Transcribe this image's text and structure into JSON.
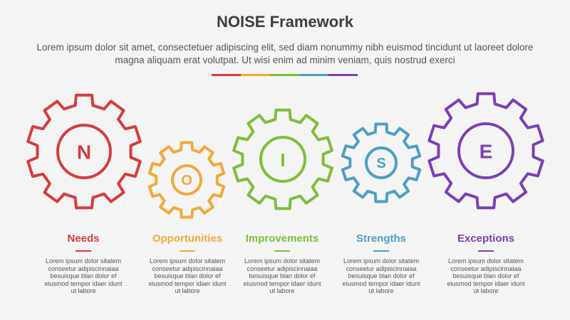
{
  "title": "NOISE Framework",
  "subtitle": "Lorem ipsum dolor sit amet, consectetuer adipiscing elit, sed diam nonummy nibh euismod tincidunt ut laoreet dolore magna aliquam erat volutpat. Ut wisi enim ad minim veniam, quis nostrud exerci",
  "rainbow_colors": [
    "#d63c3c",
    "#f2a93b",
    "#7cbf3a",
    "#4d9fc4",
    "#7b3fb5"
  ],
  "items": [
    {
      "letter": "N",
      "label": "Needs",
      "color": "#d63c3c",
      "desc": "Lorem ipsum dolor sitatem conseetur adipiscinnaiaa besuisque blan dolor ef eiusmod tempor idaer idunt ut labore"
    },
    {
      "letter": "O",
      "label": "Opportunities",
      "color": "#f2a93b",
      "desc": "Lorem ipsum dolor sitatem conseetur adipiscinnaiaa besuisque blan dolor ef eiusmod tempor idaer idunt ut labore"
    },
    {
      "letter": "I",
      "label": "Improvements",
      "color": "#7cbf3a",
      "desc": "Lorem ipsum dolor sitatem conseetur adipiscinnaiaa besuisque blan dolor ef eiusmod tempor idaer idunt ut labore"
    },
    {
      "letter": "S",
      "label": "Strengths",
      "color": "#4d9fc4",
      "desc": "Lorem ipsum dolor sitatem conseetur adipiscinnaiaa besuisque blan dolor ef eiusmod tempor idaer idunt ut labore"
    },
    {
      "letter": "E",
      "label": "Exceptions",
      "color": "#7b3fb5",
      "desc": "Lorem ipsum dolor sitatem conseetur adipiscinnaiaa besuisque blan dolor ef eiusmod tempor idaer idunt ut labore"
    }
  ]
}
